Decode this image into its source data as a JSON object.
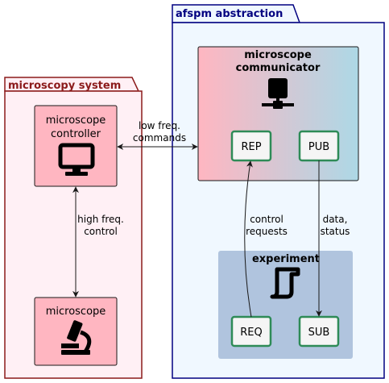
{
  "colors": {
    "microscopy_border": "#8b1a1a",
    "microscopy_fill": "#fff0f5",
    "afspm_border": "#000080",
    "afspm_fill": "#f0f8ff",
    "node_fill": "#ffb6c1",
    "gradient_start": "#ffb6c1",
    "gradient_end": "#add8e6",
    "experiment_fill": "#b0c4de",
    "port_border": "#2e8b57",
    "port_fill": "#f5f5f5"
  },
  "packages": {
    "microscopy": {
      "title": "microscopy system"
    },
    "afspm": {
      "title": "afspm abstraction"
    }
  },
  "nodes": {
    "controller": {
      "line1": "microscope",
      "line2": "controller",
      "icon": "monitor-icon"
    },
    "microscope": {
      "line1": "microscope",
      "icon": "microscope-icon"
    },
    "communicator": {
      "line1": "microscope",
      "line2": "communicator",
      "icon": "network-icon"
    },
    "experiment": {
      "line1": "experiment",
      "icon": "script-icon"
    }
  },
  "ports": {
    "rep": "REP",
    "pub": "PUB",
    "req": "REQ",
    "sub": "SUB"
  },
  "edges": {
    "low_freq": {
      "line1": "low freq.",
      "line2": "commands"
    },
    "high_freq": {
      "line1": "high freq.",
      "line2": "control"
    },
    "control_requests": {
      "line1": "control",
      "line2": "requests"
    },
    "data_status": {
      "line1": "data,",
      "line2": "status"
    }
  }
}
